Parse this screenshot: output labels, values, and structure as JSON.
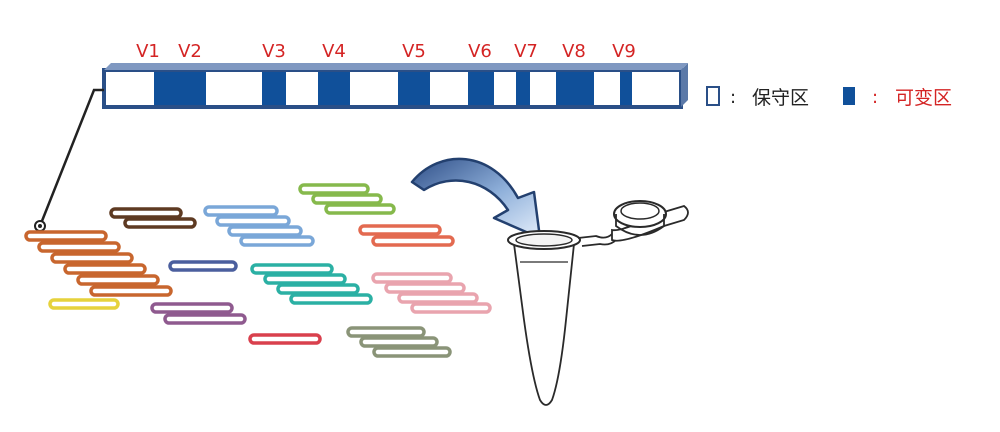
{
  "gene_bar": {
    "variable_region_labels": [
      "V1",
      "V2",
      "V3",
      "V4",
      "V5",
      "V6",
      "V7",
      "V8",
      "V9"
    ],
    "frame_color": "#2a4f87",
    "variable_color": "#10509a",
    "label_color": "#d42424"
  },
  "legend": {
    "separator": ":",
    "conserved_label": "保守区",
    "variable_label": "可变区",
    "conserved_text_color": "#222222",
    "variable_text_color": "#d42424"
  },
  "fragments": {
    "group_colors": [
      "#c8662e",
      "#5e3a22",
      "#7aa7d8",
      "#86b94c",
      "#e36a50",
      "#4b5f9e",
      "#2bb0a4",
      "#e9a4ae",
      "#e6d23c",
      "#8f5a8f",
      "#d9404d",
      "#8a9478"
    ]
  },
  "icons": [
    "transfer-arrow-icon",
    "microcentrifuge-tube-icon"
  ]
}
